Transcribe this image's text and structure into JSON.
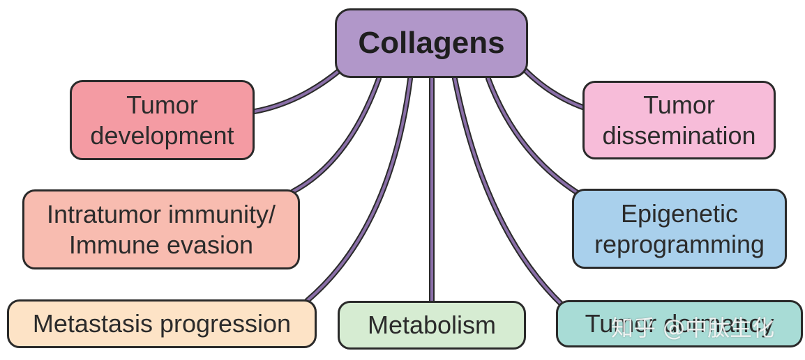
{
  "diagram": {
    "center": {
      "label": "Collagens",
      "color": "#b197c9"
    },
    "connector_color": "#8a6fa8",
    "nodes": [
      {
        "id": "tumor-development",
        "label": "Tumor\ndevelopment",
        "color": "#f49ba3"
      },
      {
        "id": "intratumor-immunity",
        "label": "Intratumor immunity/\nImmune evasion",
        "color": "#f8bcb0"
      },
      {
        "id": "metastasis-progression",
        "label": "Metastasis progression",
        "color": "#fde3c6"
      },
      {
        "id": "metabolism",
        "label": "Metabolism",
        "color": "#d6ecd2"
      },
      {
        "id": "tumor-dormancy",
        "label": "Tumor dormancy",
        "color": "#a8dcd6"
      },
      {
        "id": "epigenetic-reprogramming",
        "label": "Epigenetic\nreprogramming",
        "color": "#a9d0ec"
      },
      {
        "id": "tumor-dissemination",
        "label": "Tumor\ndissemination",
        "color": "#f7bcd9"
      }
    ]
  },
  "watermark": {
    "text": "知乎 @中肽生化"
  }
}
